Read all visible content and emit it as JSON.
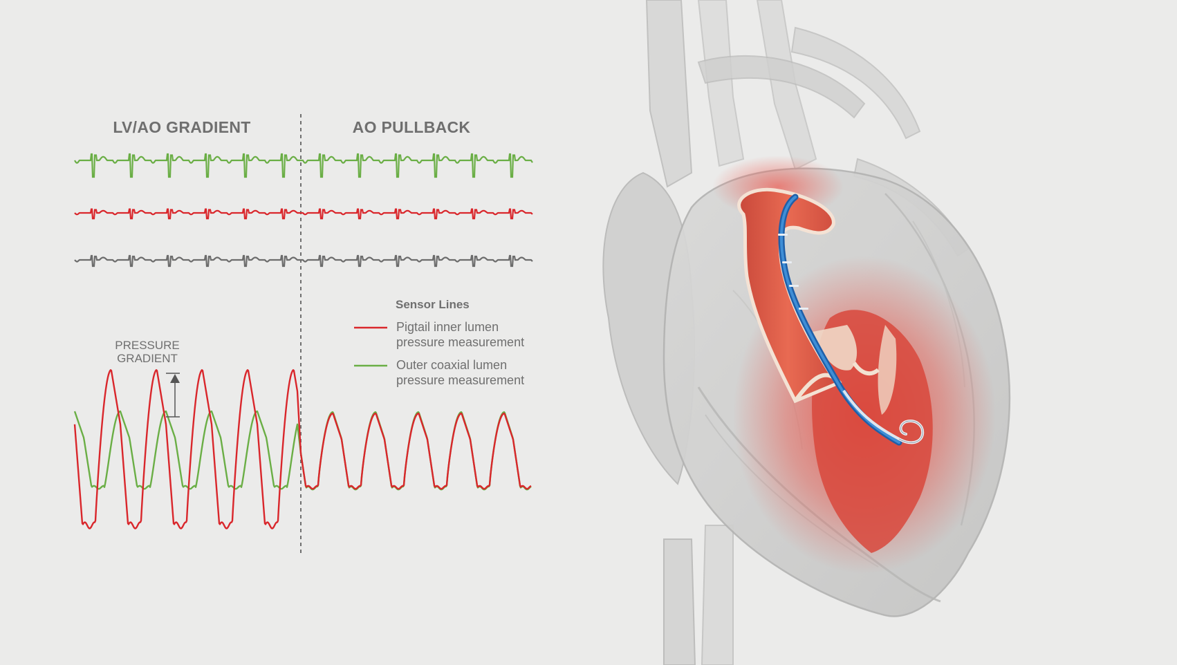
{
  "sections": {
    "left_title": "LV/AO GRADIENT",
    "right_title": "AO PULLBACK"
  },
  "annotation": {
    "line1": "PRESSURE",
    "line2": "GRADIENT"
  },
  "legend": {
    "title": "Sensor Lines",
    "items": [
      {
        "line1": "Pigtail inner lumen",
        "line2": "pressure measurement",
        "color": "#d9262b"
      },
      {
        "line1": "Outer coaxial lumen",
        "line2": "pressure measurement",
        "color": "#6aae45"
      }
    ]
  },
  "colors": {
    "green": "#6aae45",
    "red": "#d9262b",
    "gray": "#6c6c6c",
    "background": "#ebebea"
  },
  "icons": [
    "heart-illustration",
    "catheter",
    "arrow-up-icon"
  ]
}
